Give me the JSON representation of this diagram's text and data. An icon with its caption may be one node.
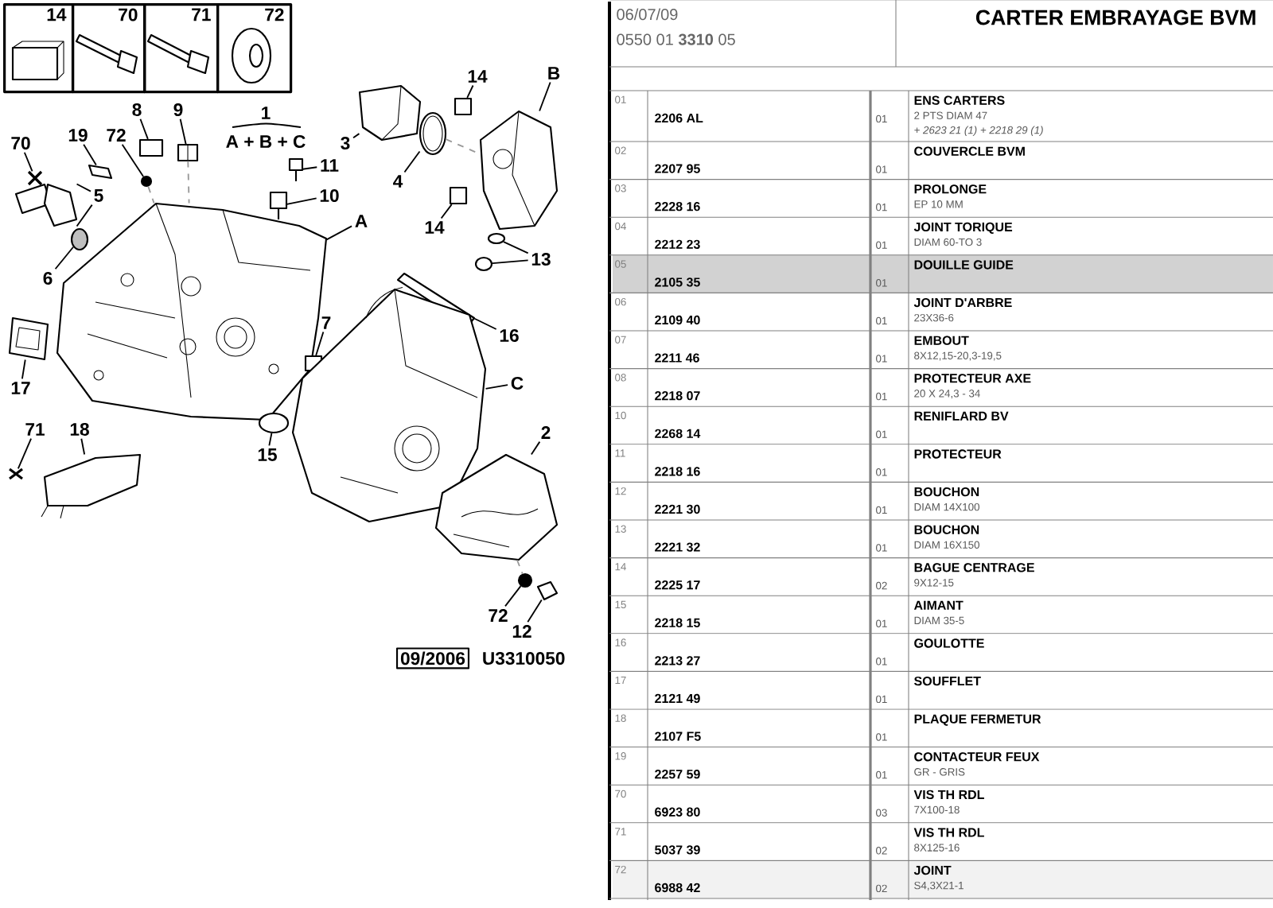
{
  "diagram": {
    "title": "CARTER EMBRAYAGE BVM",
    "nodes": [
      {
        "text": [
          "14"
        ]
      },
      {
        "text": [
          "70"
        ]
      },
      {
        "text": [
          "71"
        ]
      },
      {
        "text": [
          "72"
        ]
      },
      {
        "text": [
          "8"
        ]
      },
      {
        "text": [
          "9"
        ]
      },
      {
        "text": [
          "19"
        ]
      },
      {
        "text": [
          "72"
        ]
      },
      {
        "text": [
          "70"
        ]
      },
      {
        "text": [
          "5"
        ]
      },
      {
        "text": [
          "6"
        ]
      },
      {
        "text": [
          "3"
        ]
      },
      {
        "text": [
          "4"
        ]
      },
      {
        "text": [
          "14"
        ]
      },
      {
        "text": [
          "B"
        ]
      },
      {
        "text": [
          "11"
        ]
      },
      {
        "text": [
          "10"
        ]
      },
      {
        "text": [
          "14"
        ]
      },
      {
        "text": [
          "A"
        ]
      },
      {
        "text": [
          "13"
        ]
      },
      {
        "text": [
          "7"
        ]
      },
      {
        "text": [
          "16"
        ]
      },
      {
        "text": [
          "C"
        ]
      },
      {
        "text": [
          "17"
        ]
      },
      {
        "text": [
          "15"
        ]
      },
      {
        "text": [
          "71"
        ]
      },
      {
        "text": [
          "18"
        ]
      },
      {
        "text": [
          "2"
        ]
      },
      {
        "text": [
          "72"
        ]
      },
      {
        "text": [
          "12"
        ]
      },
      {
        "text": [
          "09/2006"
        ],
        "beside": [
          "U3310050"
        ]
      },
      {
        "text": [],
        "shape": "box"
      },
      {
        "text": [],
        "shape": "picture"
      },
      {
        "text": [],
        "shape": "picture"
      },
      {
        "text": [],
        "shape": "circle"
      },
      {
        "text": [],
        "shape": "picture"
      },
      {
        "text": [],
        "shape": "picture"
      },
      {
        "text": [],
        "shape": "circle"
      },
      {
        "text": [],
        "shape": "picture"
      },
      {
        "text": [],
        "shape": "picture"
      },
      {
        "text": [],
        "shape": "box"
      },
      {
        "text": [],
        "shape": "picture"
      },
      {
        "text": [],
        "shape": "picture"
      },
      {
        "text": [],
        "shape": "picture"
      },
      {
        "text": [],
        "shape": "box"
      },
      {
        "text": [],
        "shape": "picture"
      },
      {
        "text": [],
        "shape": "circle"
      },
      {
        "text": [],
        "shape": "circle"
      },
      {
        "text": [],
        "shape": "box"
      },
      {
        "text": [],
        "shape": "picture"
      },
      {
        "text": [],
        "shape": "picture"
      },
      {
        "text": [],
        "shape": "picture"
      },
      {
        "text": [],
        "shape": "circle"
      },
      {
        "text": [],
        "shape": "picture"
      },
      {
        "text": [],
        "shape": "picture"
      },
      {
        "text": [],
        "shape": "picture"
      },
      {
        "text": [],
        "shape": "circle"
      },
      {
        "text": [],
        "shape": "picture"
      }
    ],
    "edges": [
      {
        "from": 4,
        "to": 31,
        "arrow": "none"
      },
      {
        "from": 5,
        "to": 32,
        "arrow": "none"
      },
      {
        "from": 6,
        "to": 33,
        "arrow": "none"
      },
      {
        "from": 7,
        "to": 34,
        "arrow": "none"
      },
      {
        "from": 8,
        "to": 35,
        "arrow": "none"
      },
      {
        "from": 9,
        "to": 36,
        "arrow": "none"
      },
      {
        "from": 9,
        "to": 36,
        "arrow": "none"
      },
      {
        "from": 10,
        "to": 37,
        "arrow": "none"
      },
      {
        "from": 11,
        "to": 38,
        "arrow": "none"
      },
      {
        "from": 12,
        "to": 39,
        "arrow": "none"
      },
      {
        "from": 13,
        "to": 40,
        "arrow": "none"
      },
      {
        "from": 14,
        "to": 41,
        "arrow": "none"
      },
      {
        "from": 15,
        "to": 42,
        "arrow": "none"
      },
      {
        "from": 16,
        "to": 43,
        "arrow": "none"
      },
      {
        "from": 17,
        "to": 44,
        "arrow": "none"
      },
      {
        "from": 18,
        "to": 45,
        "arrow": "none"
      },
      {
        "from": 19,
        "to": 46,
        "arrow": "none"
      },
      {
        "from": 19,
        "to": 47,
        "arrow": "none"
      },
      {
        "from": 20,
        "to": 48,
        "arrow": "none"
      },
      {
        "from": 21,
        "to": 49,
        "arrow": "none"
      },
      {
        "from": 22,
        "to": 50,
        "arrow": "none"
      },
      {
        "from": 23,
        "to": 51,
        "arrow": "none"
      },
      {
        "from": 24,
        "to": 52,
        "arrow": "none"
      },
      {
        "from": 25,
        "to": 53,
        "arrow": "none"
      },
      {
        "from": 26,
        "to": 54,
        "arrow": "none"
      },
      {
        "from": 27,
        "to": 55,
        "arrow": "none"
      },
      {
        "from": 28,
        "to": 56,
        "arrow": "none"
      },
      {
        "from": 29,
        "to": 57,
        "arrow": "none"
      },
      {
        "from": 34,
        "to": 45,
        "arrow": "none",
        "style": "dashed",
        "color": "#999999"
      },
      {
        "from": 32,
        "to": 45,
        "arrow": "none",
        "style": "dashed",
        "color": "#999999"
      },
      {
        "from": 39,
        "to": 41,
        "arrow": "none",
        "style": "dashed",
        "color": "#999999"
      },
      {
        "from": 55,
        "to": 56,
        "arrow": "none",
        "style": "dashed",
        "color": "#999999"
      }
    ],
    "labels": [
      "1",
      "A + B + C",
      "06/07/09",
      "0550 01 **3310** 05",
      "01",
      "2206 AL",
      "01",
      "ENS CARTERS",
      "2 PTS DIAM 47",
      "+ 2623 21 (1) + 2218 29 (1)",
      "02",
      "2207 95",
      "01",
      "COUVERCLE BVM",
      "03",
      "2228 16",
      "01",
      "PROLONGE",
      "EP 10 MM",
      "04",
      "2212 23",
      "01",
      "JOINT TORIQUE",
      "DIAM 60-TO 3",
      "05",
      "2105 35",
      "01",
      "DOUILLE GUIDE",
      "06",
      "2109 40",
      "01",
      "JOINT D'ARBRE",
      "23X36-6",
      "07",
      "2211 46",
      "01",
      "EMBOUT",
      "8X12,15-20,3-19,5",
      "08",
      "2218 07",
      "01",
      "PROTECTEUR AXE",
      "20 X 24,3 - 34",
      "10",
      "2268 14",
      "01",
      "RENIFLARD BV",
      "11",
      "2218 16",
      "01",
      "PROTECTEUR",
      "12",
      "2221 30",
      "01",
      "BOUCHON",
      "DIAM 14X100",
      "13",
      "2221 32",
      "01",
      "BOUCHON",
      "DIAM 16X150",
      "14",
      "2225 17",
      "02",
      "BAGUE CENTRAGE",
      "9X12-15",
      "15",
      "2218 15",
      "01",
      "AIMANT",
      "DIAM 35-5",
      "16",
      "2213 27",
      "01",
      "GOULOTTE",
      "17",
      "2121 49",
      "01",
      "SOUFFLET",
      "18",
      "2107 F5",
      "01",
      "PLAQUE FERMETUR",
      "19",
      "2257 59",
      "01",
      "CONTACTEUR FEUX",
      "GR - GRIS",
      "70",
      "6923 80",
      "03",
      "VIS TH RDL",
      "7X100-18",
      "71",
      "5037 39",
      "02",
      "VIS TH RDL",
      "8X125-16",
      "72",
      "6988 42",
      "02",
      "JOINT",
      "S4,3X21-1"
    ]
  }
}
